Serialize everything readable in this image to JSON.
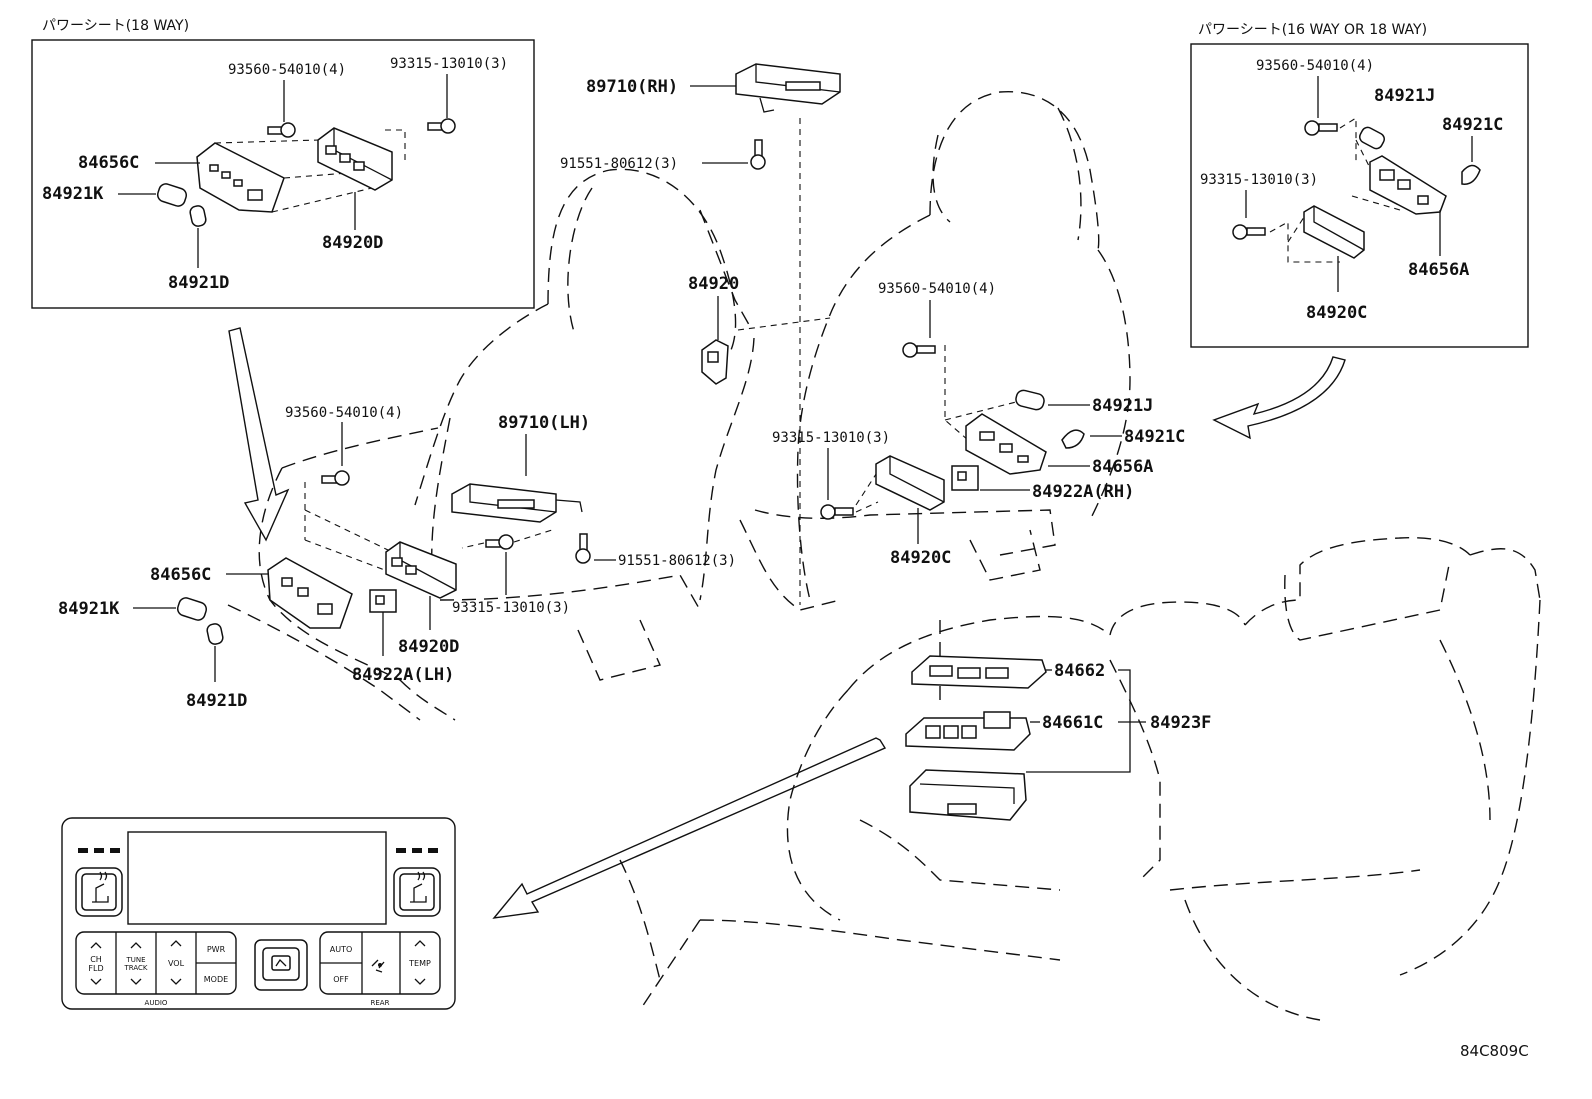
{
  "diagram": {
    "figure_code": "84C809C",
    "inset_left": {
      "caption": "パワーシート(18 WAY)",
      "labels": {
        "screw_a": "93560-54010(4)",
        "screw_b": "93315-13010(3)",
        "switch": "84656C",
        "knob_k": "84921K",
        "switch_body": "84920D",
        "knob_d": "84921D"
      }
    },
    "inset_right": {
      "caption": "パワーシート(16 WAY OR 18 WAY)",
      "labels": {
        "screw_a": "93560-54010(4)",
        "knob_j": "84921J",
        "knob_c": "84921C",
        "screw_b": "93315-13010(3)",
        "switch": "84656A",
        "switch_body": "84920C"
      }
    },
    "main": {
      "ecu_rh": "89710(RH)",
      "bolt_top": "91551-80612(3)",
      "p84920": "84920",
      "screw_right": "93560-54010(4)",
      "knob_j": "84921J",
      "screw_b_right": "93315-13010(3)",
      "knob_c": "84921C",
      "switch_a": "84656A",
      "switch_rh": "84922A(RH)",
      "body_c": "84920C",
      "screw_left": "93560-54010(4)",
      "ecu_lh": "89710(LH)",
      "bolt_mid": "91551-80612(3)",
      "screw_b_left": "93315-13010(3)",
      "switch_c": "84656C",
      "knob_k": "84921K",
      "body_d": "84920D",
      "switch_lh": "84922A(LH)",
      "knob_d": "84921D",
      "cover": "84662",
      "panel": "84661C",
      "assy": "84923F"
    },
    "control_panel": {
      "buttons": {
        "ch_top": "CH",
        "ch_bottom": "FLD",
        "tune_top": "TUNE",
        "tune_bottom": "TRACK",
        "vol": "VOL",
        "pwr": "PWR",
        "mode": "MODE",
        "auto": "AUTO",
        "off": "OFF",
        "temp": "TEMP"
      },
      "group_audio": "AUDIO",
      "group_rear": "REAR"
    }
  }
}
